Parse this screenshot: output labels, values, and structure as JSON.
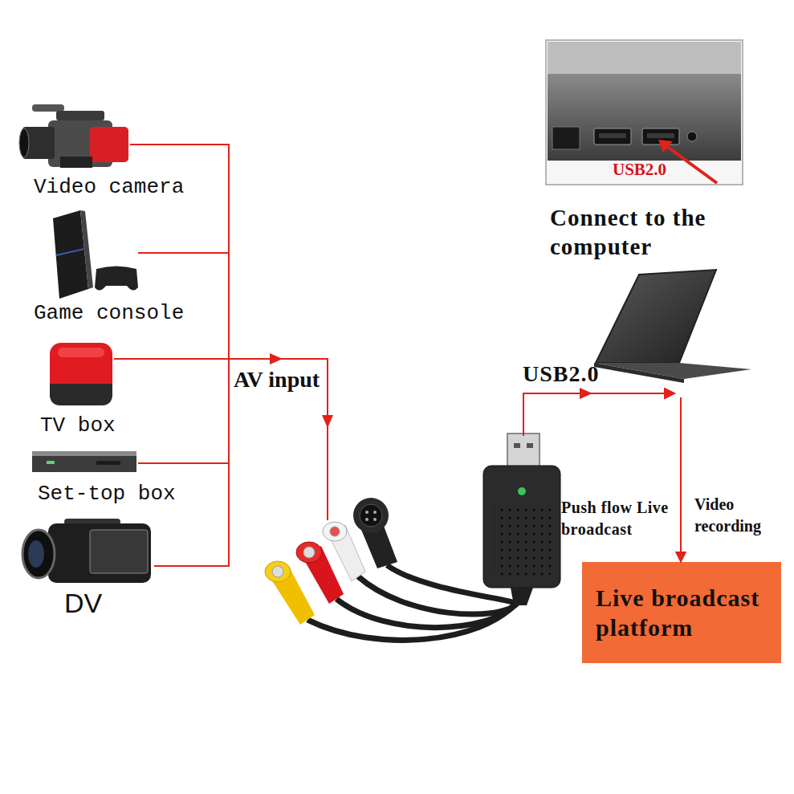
{
  "diagram": {
    "nodes": [
      {
        "text": [
          "Video camera"
        ]
      },
      {
        "text": [
          "Game console"
        ]
      },
      {
        "text": [
          "TV box"
        ]
      },
      {
        "text": [
          "Set-top box"
        ]
      },
      {
        "text": [
          "DV"
        ]
      },
      {
        "text": [
          "Connect to the computer"
        ]
      },
      {
        "text": [
          "Live broadcast platform"
        ]
      }
    ],
    "edges": [
      {
        "from": 0,
        "to": 5,
        "arrow": "to"
      },
      {
        "from": 1,
        "to": 5,
        "arrow": "to"
      },
      {
        "from": 2,
        "to": 5,
        "arrow": "to"
      },
      {
        "from": 3,
        "to": 5,
        "arrow": "to"
      },
      {
        "from": 4,
        "to": 5,
        "arrow": "to"
      },
      {
        "from": 5,
        "to": 6,
        "arrow": "to",
        "label": "Video recording"
      }
    ],
    "labels": [
      "USB2.0",
      "AV input",
      "USB2.0",
      "Push flow Live broadcast"
    ]
  }
}
